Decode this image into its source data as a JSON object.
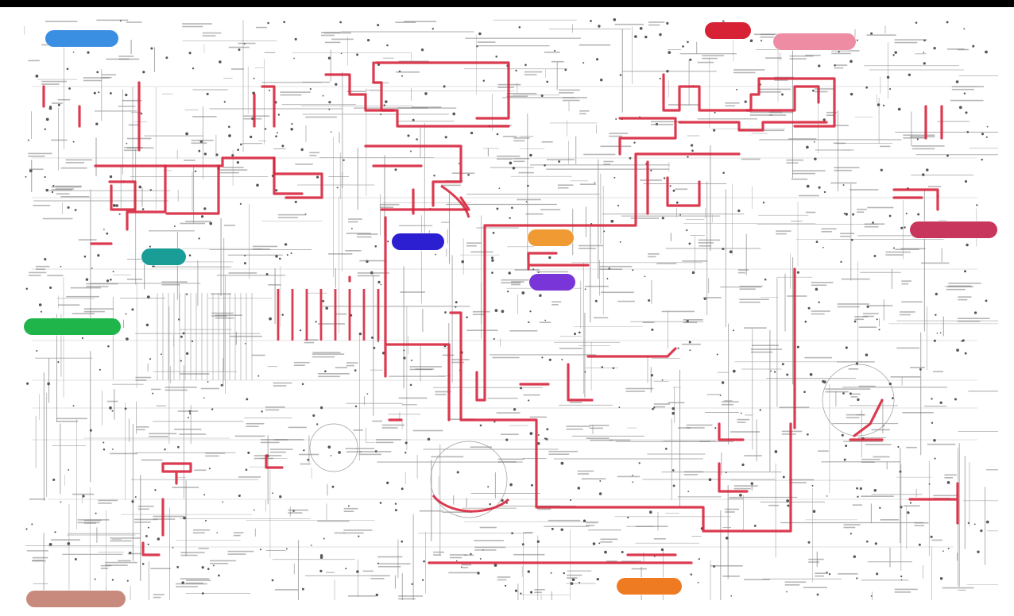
{
  "window": {
    "title": ""
  },
  "diagram": {
    "type": "metabolic-pathway-map",
    "colors": {
      "background": "#ffffff",
      "frame": "#000000",
      "line": "#9a9a9a",
      "node": "#555555",
      "label_text": "#7a7a7a",
      "highlight": "#d7263d"
    },
    "pathway_categories": [
      {
        "id": "cat-1",
        "label": "",
        "color": "#3b8fe3"
      },
      {
        "id": "cat-2",
        "label": "",
        "color": "#d62234"
      },
      {
        "id": "cat-3",
        "label": "",
        "color": "#ee8ca3"
      },
      {
        "id": "cat-4",
        "label": "",
        "color": "#c8365e"
      },
      {
        "id": "cat-5",
        "label": "",
        "color": "#2b1fd1"
      },
      {
        "id": "cat-6",
        "label": "",
        "color": "#f09a34"
      },
      {
        "id": "cat-7",
        "label": "",
        "color": "#7a35d8"
      },
      {
        "id": "cat-8",
        "label": "",
        "color": "#1a9c97"
      },
      {
        "id": "cat-9",
        "label": "",
        "color": "#1fb54b"
      },
      {
        "id": "cat-10",
        "label": "",
        "color": "#ee7a22"
      },
      {
        "id": "cat-11",
        "label": "",
        "color": "#c98a7e"
      }
    ]
  }
}
